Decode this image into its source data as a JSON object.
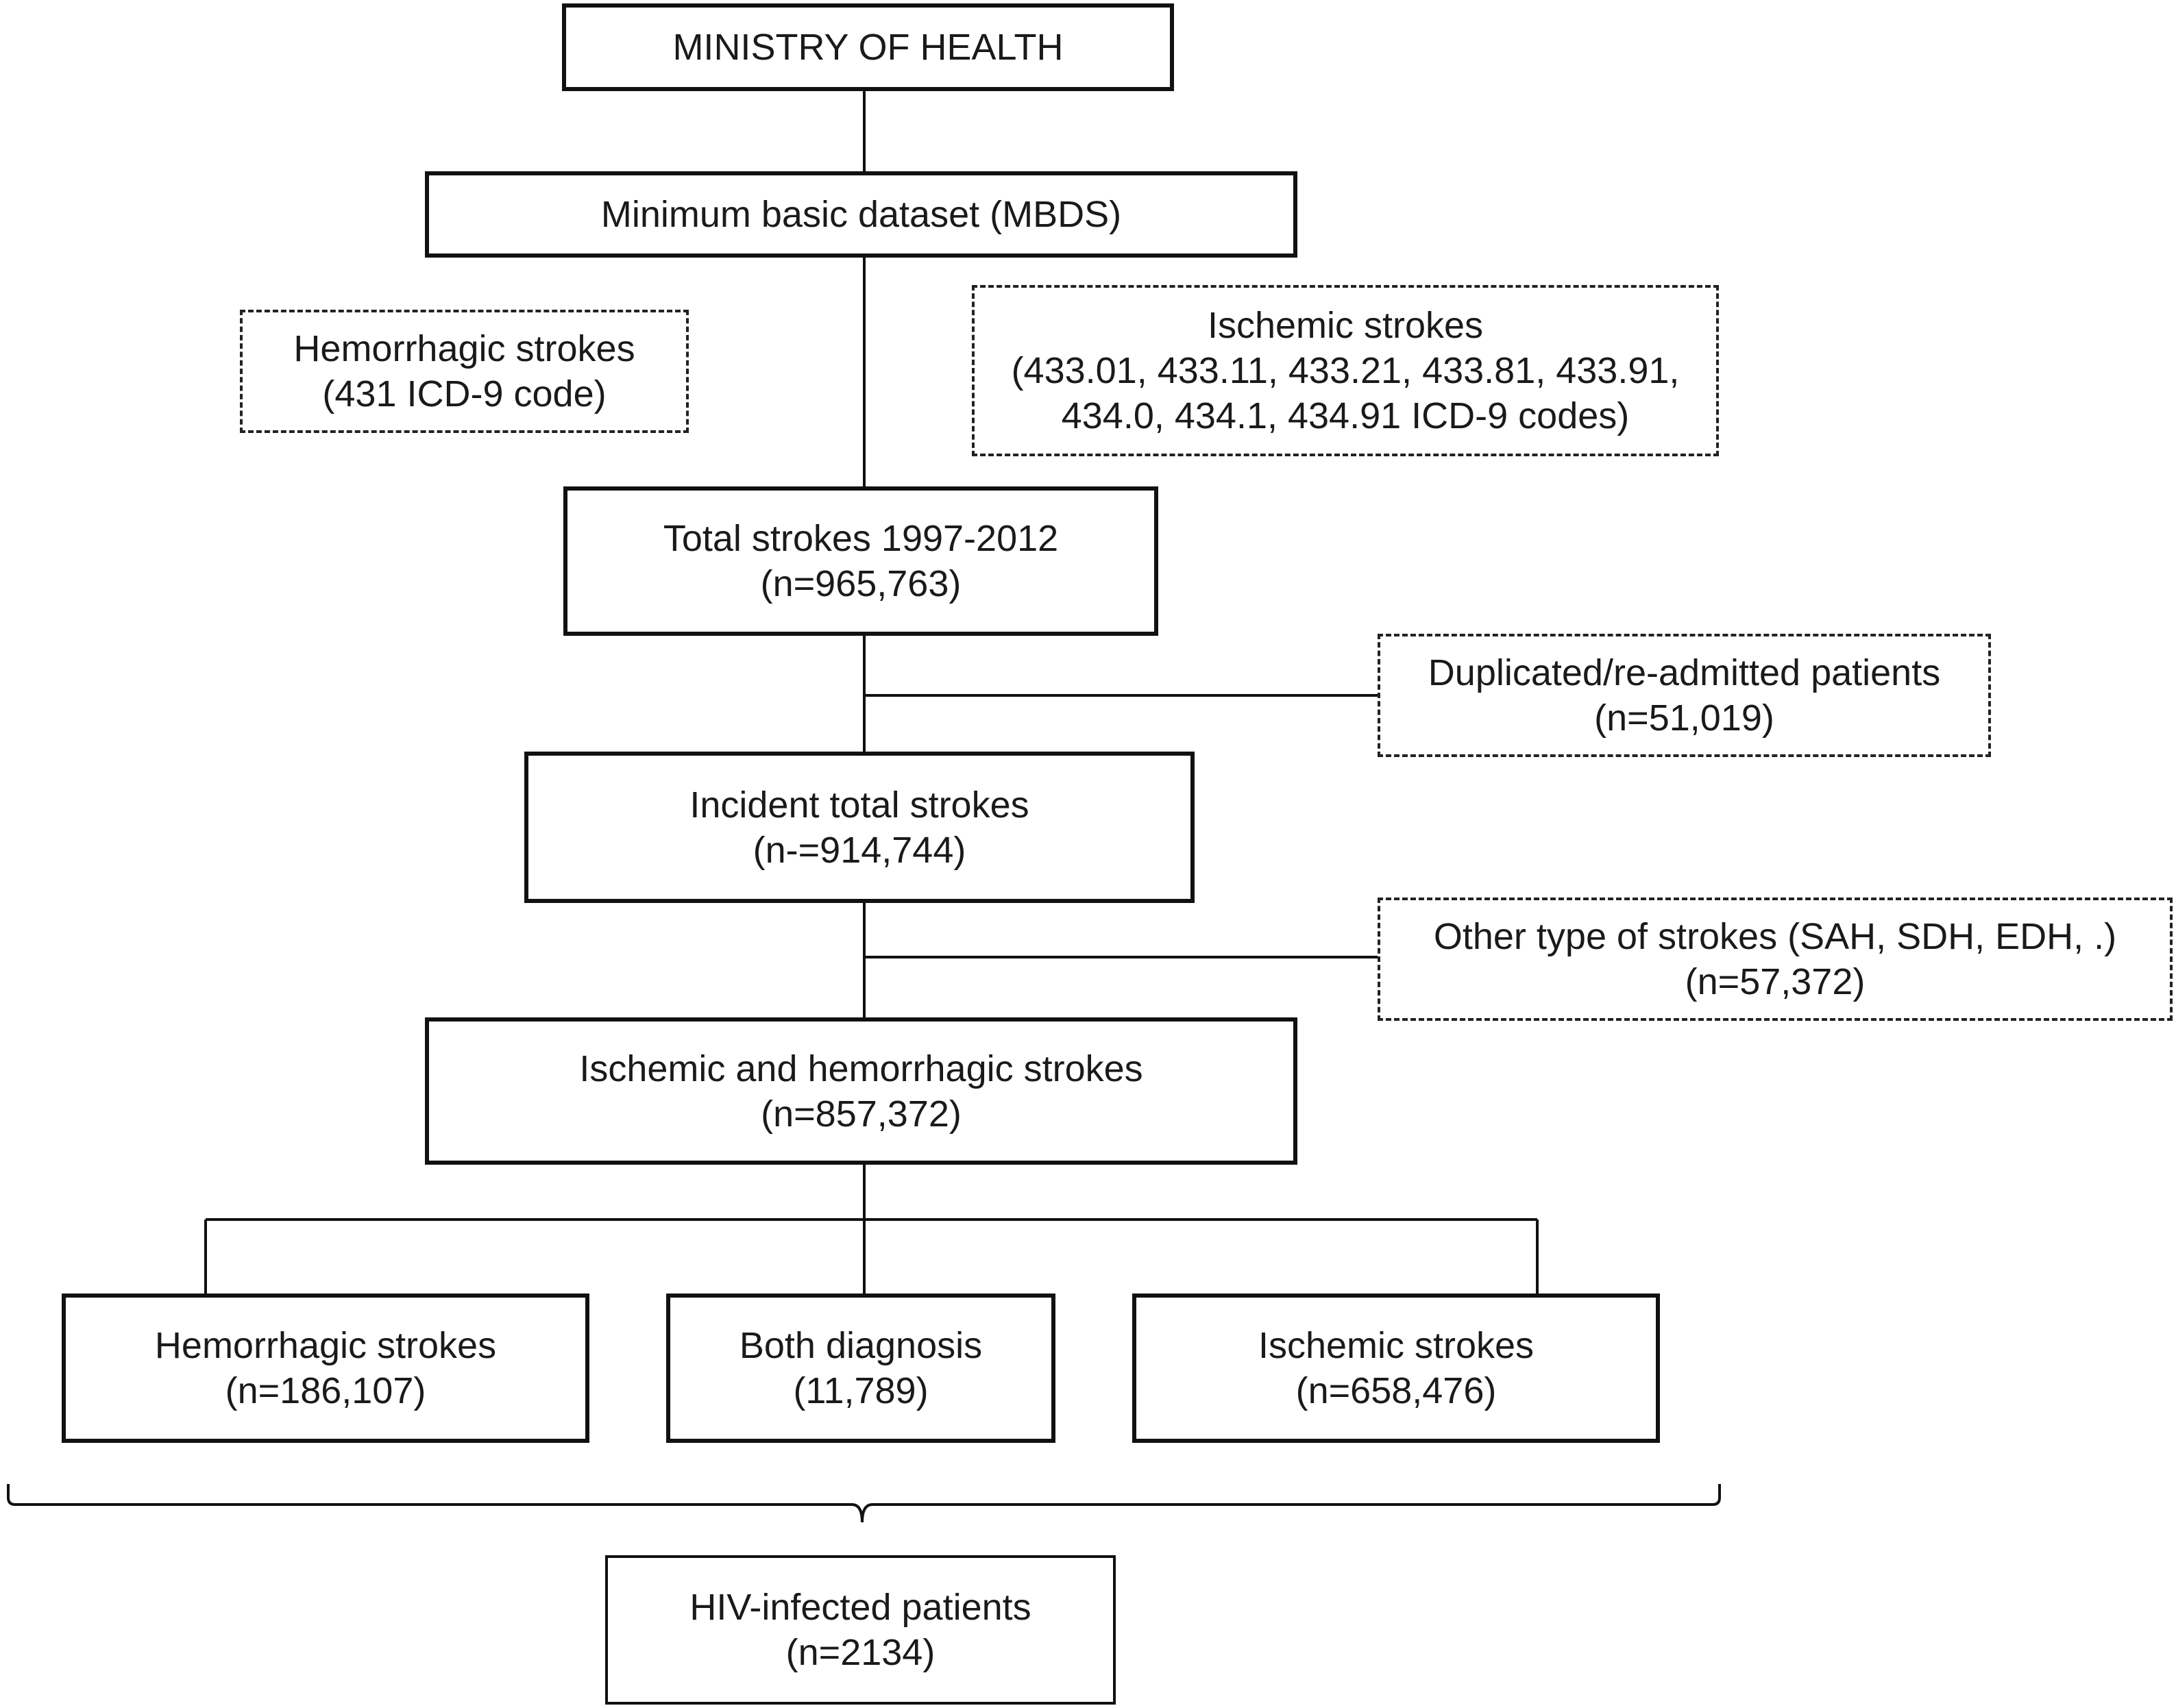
{
  "nodes": {
    "ministry": {
      "line1": "MINISTRY OF HEALTH"
    },
    "mbds": {
      "line1": "Minimum basic dataset (MBDS)"
    },
    "hemorrhagic_criteria": {
      "line1": "Hemorrhagic strokes",
      "line2": "(431 ICD-9 code)"
    },
    "ischemic_criteria": {
      "line1": "Ischemic strokes",
      "line2": "(433.01, 433.11, 433.21, 433.81, 433.91,",
      "line3": "434.0, 434.1, 434.91 ICD-9 codes)"
    },
    "total_strokes": {
      "line1": "Total strokes 1997-2012",
      "line2": "(n=965,763)"
    },
    "duplicated": {
      "line1": "Duplicated/re-admitted patients",
      "line2": "(n=51,019)"
    },
    "incident": {
      "line1": "Incident total strokes",
      "line2": "(n-=914,744)"
    },
    "other_types": {
      "line1": "Other type of strokes (SAH, SDH, EDH, .)",
      "line2": "(n=57,372)"
    },
    "isch_hem": {
      "line1": "Ischemic and hemorrhagic strokes",
      "line2": "(n=857,372)"
    },
    "hemorrhagic": {
      "line1": "Hemorrhagic strokes",
      "line2": "(n=186,107)"
    },
    "both": {
      "line1": "Both diagnosis",
      "line2": "(11,789)"
    },
    "ischemic": {
      "line1": "Ischemic strokes",
      "line2": "(n=658,476)"
    },
    "hiv": {
      "line1": "HIV-infected patients",
      "line2": "(n=2134)"
    }
  },
  "colors": {
    "line": "#111111",
    "background": "#ffffff"
  }
}
